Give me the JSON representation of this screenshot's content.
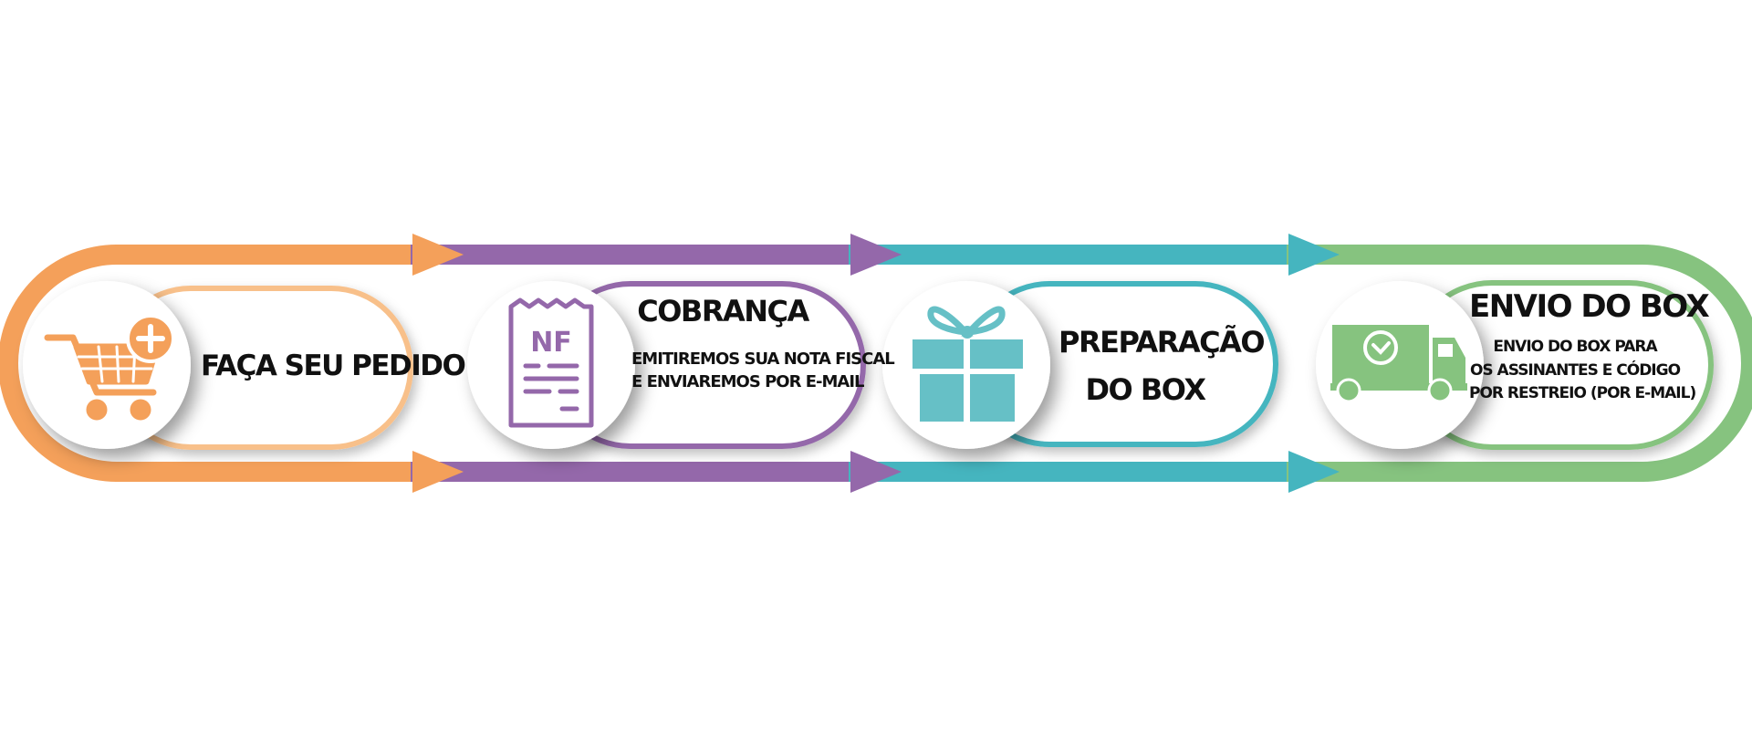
{
  "colors": {
    "orange": "#f4a05a",
    "orange_light": "#f8c08a",
    "purple": "#9468aa",
    "teal": "#45b5bf",
    "green": "#86c37f",
    "text": "#111111"
  },
  "steps": [
    {
      "icon": "shopping-cart-plus-icon",
      "color": "#f4a05a",
      "title": [
        "FAÇA SEU PEDIDO"
      ],
      "description": []
    },
    {
      "icon": "invoice-nf-icon",
      "color": "#9468aa",
      "icon_text": "NF",
      "title": [
        "COBRANÇA"
      ],
      "description": [
        "EMITIREMOS SUA NOTA FISCAL",
        "E ENVIAREMOS POR E-MAIL"
      ]
    },
    {
      "icon": "gift-box-icon",
      "color": "#45b5bf",
      "title": [
        "PREPARAÇÃO",
        "DO BOX"
      ],
      "description": []
    },
    {
      "icon": "delivery-truck-icon",
      "color": "#86c37f",
      "title": [
        "ENVIO DO BOX"
      ],
      "description": [
        "ENVIO DO BOX PARA",
        "OS ASSINANTES E CÓDIGO",
        "POR RESTREIO (POR E-MAIL)"
      ]
    }
  ]
}
